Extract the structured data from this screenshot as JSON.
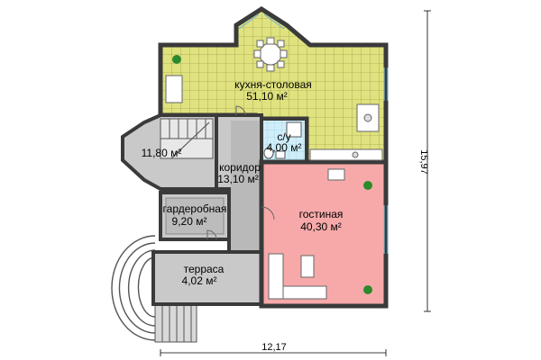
{
  "colors": {
    "kitchen": "#dfe27e",
    "kitchen_grid": "#8a8d3c",
    "living": "#f7a9a9",
    "gray": "#c9c9c9",
    "bath": "#cfeefa",
    "wall": "#3a3a3a",
    "plant": "#2c8a2c"
  },
  "rooms": {
    "kitchen": {
      "name": "кухня-столовая",
      "area": "51,10 м²"
    },
    "bath": {
      "name": "с/у",
      "area": "4,00 м²"
    },
    "stair": {
      "area": "11,80 м²"
    },
    "corridor": {
      "name": "коридор",
      "area": "13,10 м²"
    },
    "wardrobe": {
      "name": "гардеробная",
      "area": "9,20 м²"
    },
    "living": {
      "name": "гостиная",
      "area": "40,30 м²"
    },
    "terrace": {
      "name": "терраса",
      "area": "4,02 м²"
    }
  },
  "dimensions": {
    "width": "12,17",
    "height": "15,97"
  }
}
